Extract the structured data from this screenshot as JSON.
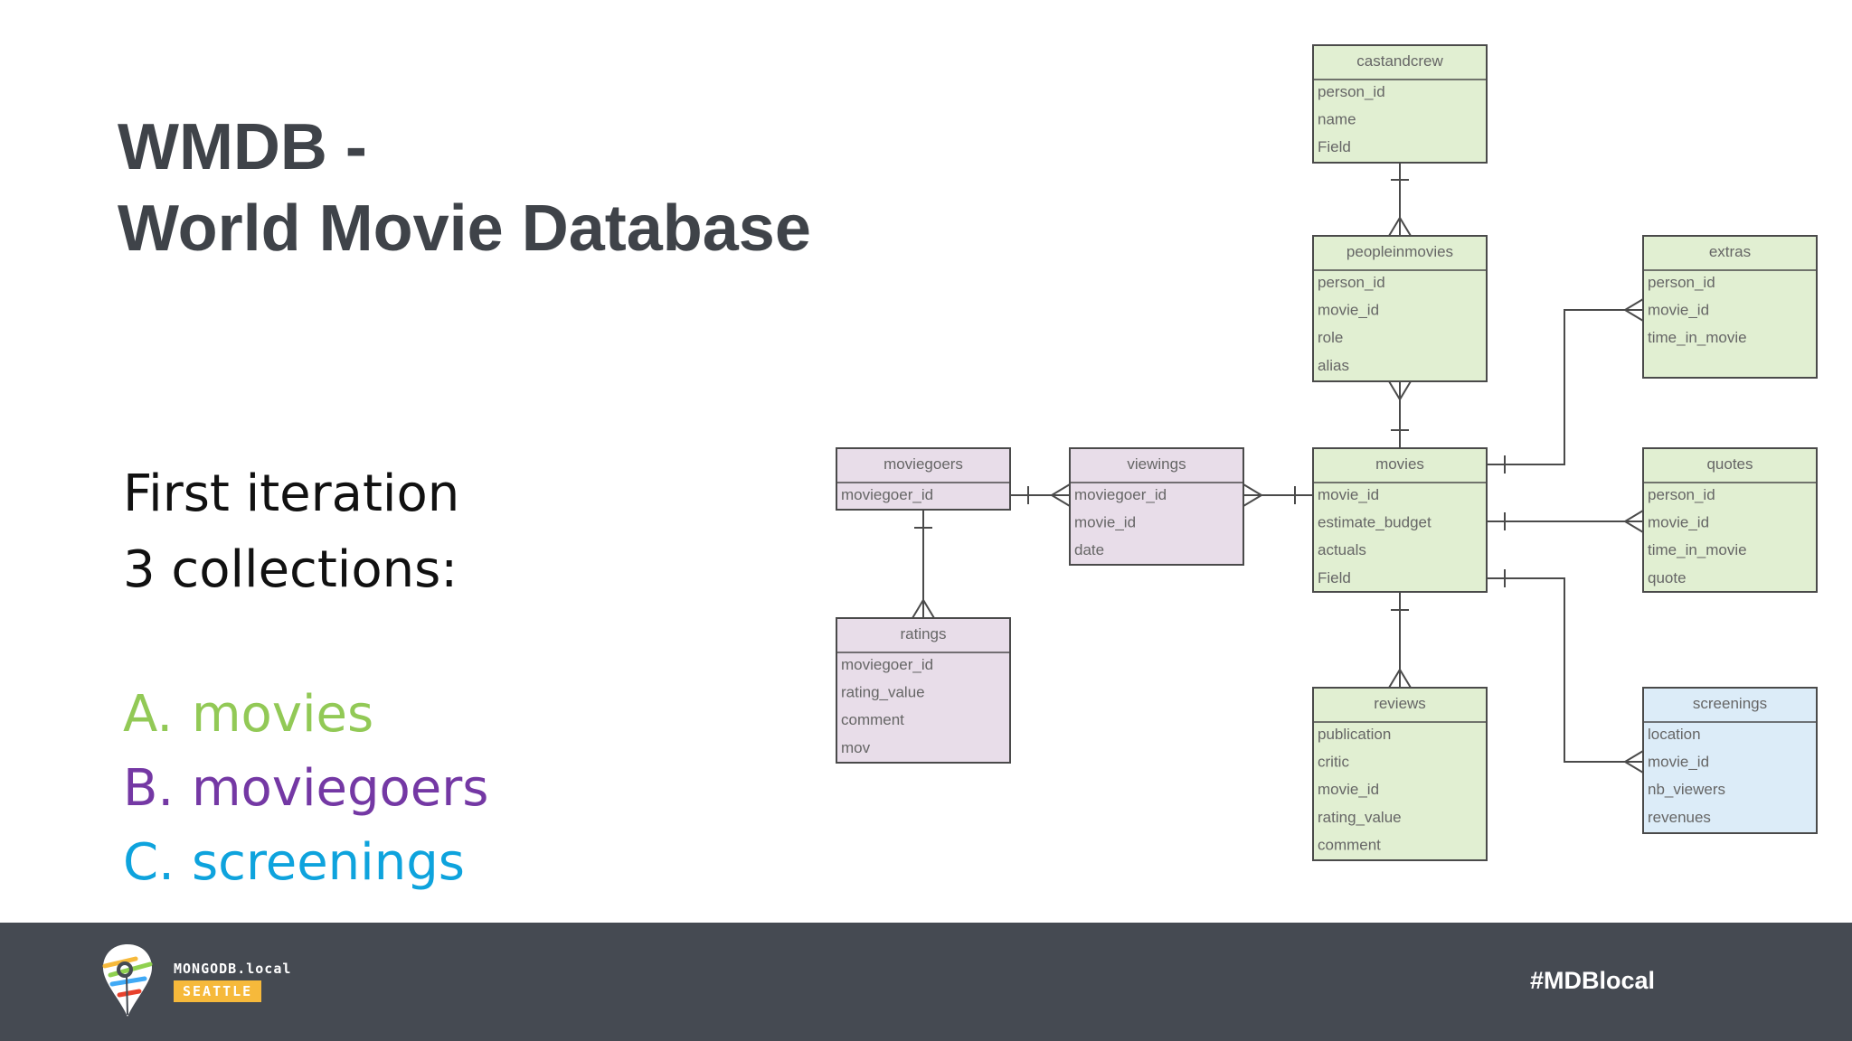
{
  "title": {
    "line1": "WMDB -",
    "line2": "World Movie Database"
  },
  "subtitle": {
    "line1": "First iteration",
    "line2": "3 collections:"
  },
  "options": [
    {
      "letter": "A.",
      "label": "movies",
      "color": "#92c956"
    },
    {
      "letter": "B.",
      "label": "moviegoers",
      "color": "#7438a4"
    },
    {
      "letter": "C.",
      "label": "screenings",
      "color": "#0ea3dd"
    }
  ],
  "colors": {
    "green_fill": "#e1efd2",
    "purple_fill": "#e8dde9",
    "blue_fill": "#dcecf8",
    "border": "#4a4a4a",
    "field_text": "#666666"
  },
  "diagram": {
    "tables": [
      {
        "id": "castandcrew",
        "name": "castandcrew",
        "color": "green",
        "fields": [
          "person_id",
          "name",
          "Field"
        ]
      },
      {
        "id": "peopleinmovies",
        "name": "peopleinmovies",
        "color": "green",
        "fields": [
          "person_id",
          "movie_id",
          "role",
          "alias"
        ]
      },
      {
        "id": "extras",
        "name": "extras",
        "color": "green",
        "fields": [
          "person_id",
          "movie_id",
          "time_in_movie"
        ]
      },
      {
        "id": "moviegoers",
        "name": "moviegoers",
        "color": "purple",
        "fields": [
          "moviegoer_id"
        ]
      },
      {
        "id": "viewings",
        "name": "viewings",
        "color": "purple",
        "fields": [
          "moviegoer_id",
          "movie_id",
          "date"
        ]
      },
      {
        "id": "movies",
        "name": "movies",
        "color": "green",
        "fields": [
          "movie_id",
          "estimate_budget",
          "actuals",
          "Field"
        ]
      },
      {
        "id": "quotes",
        "name": "quotes",
        "color": "green",
        "fields": [
          "person_id",
          "movie_id",
          "time_in_movie",
          "quote"
        ]
      },
      {
        "id": "ratings",
        "name": "ratings",
        "color": "purple",
        "fields": [
          "moviegoer_id",
          "rating_value",
          "comment",
          "mov"
        ]
      },
      {
        "id": "reviews",
        "name": "reviews",
        "color": "green",
        "fields": [
          "publication",
          "critic",
          "movie_id",
          "rating_value",
          "comment"
        ]
      },
      {
        "id": "screenings",
        "name": "screenings",
        "color": "blue",
        "fields": [
          "location",
          "movie_id",
          "nb_viewers",
          "revenues"
        ]
      }
    ],
    "relationships": [
      {
        "from": "castandcrew",
        "to": "peopleinmovies",
        "type": "one-to-many"
      },
      {
        "from": "movies",
        "to": "peopleinmovies",
        "type": "one-to-many"
      },
      {
        "from": "movies",
        "to": "extras",
        "type": "one-to-many"
      },
      {
        "from": "movies",
        "to": "quotes",
        "type": "one-to-many"
      },
      {
        "from": "movies",
        "to": "screenings",
        "type": "one-to-many"
      },
      {
        "from": "movies",
        "to": "reviews",
        "type": "one-to-many"
      },
      {
        "from": "movies",
        "to": "viewings",
        "type": "one-to-many"
      },
      {
        "from": "moviegoers",
        "to": "viewings",
        "type": "one-to-many"
      },
      {
        "from": "moviegoers",
        "to": "ratings",
        "type": "one-to-many"
      }
    ]
  },
  "footer": {
    "brand": "MONGODB.local",
    "city": "SEATTLE",
    "hashtag": "#MDBlocal"
  }
}
